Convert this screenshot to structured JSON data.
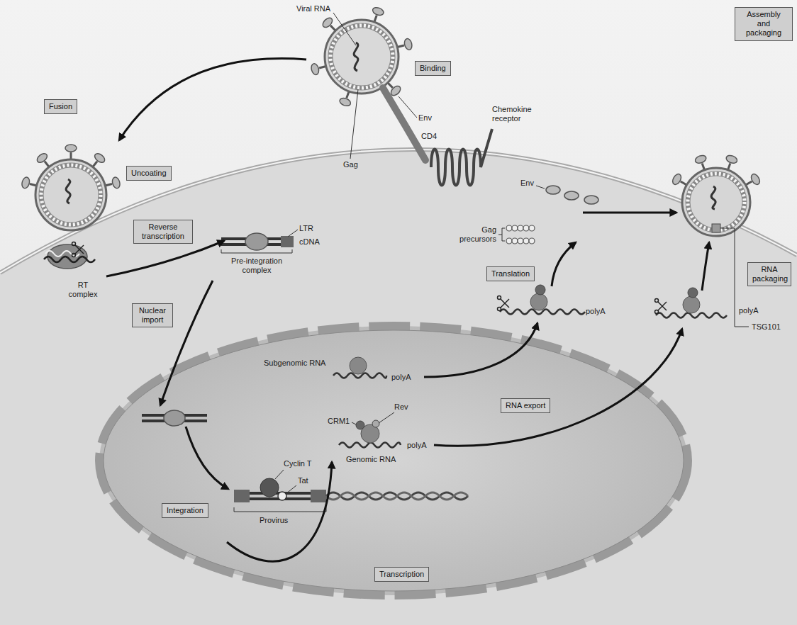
{
  "diagram": {
    "nodes": [
      {
        "text": [
          "Binding"
        ]
      },
      {
        "text": [
          "Assembly and packaging"
        ]
      },
      {
        "text": [
          "Fusion"
        ]
      },
      {
        "text": [
          "Uncoating"
        ]
      },
      {
        "text": [
          "Reverse transcription"
        ]
      },
      {
        "text": [
          "RNA packaging"
        ]
      },
      {
        "text": [
          "Translation"
        ]
      },
      {
        "text": [
          "Nuclear import"
        ]
      },
      {
        "text": [
          "RNA export"
        ]
      },
      {
        "text": [
          "Integration"
        ]
      },
      {
        "text": [
          "Transcription"
        ]
      }
    ],
    "labels": [
      "Viral RNA",
      "Env",
      "CD4",
      "Chemokine receptor",
      "Gag",
      "RT complex",
      "LTR",
      "cDNA",
      "Pre-integration complex",
      "Gag precursors",
      "Env",
      "TSG101",
      "polyA",
      "polyA",
      "Subgenomic RNA",
      "polyA",
      "CRM1",
      "Rev",
      "Genomic RNA",
      "polyA",
      "Cyclin T",
      "Tat",
      "Provirus"
    ]
  }
}
